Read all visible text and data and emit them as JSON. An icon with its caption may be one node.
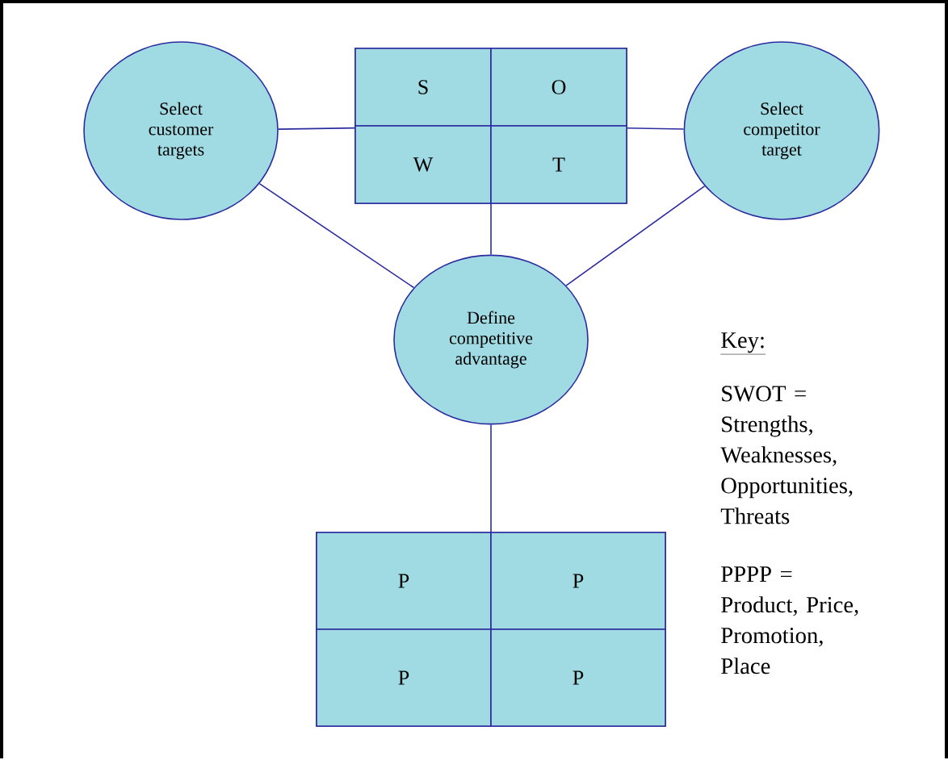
{
  "diagram": {
    "nodes": [
      {
        "text": [
          "Select customer targets"
        ]
      },
      {
        "text": [],
        "shape": "box"
      },
      {
        "text": [
          "S"
        ],
        "in": 1
      },
      {
        "text": [
          "O"
        ],
        "in": 1
      },
      {
        "text": [
          "W"
        ],
        "in": 1
      },
      {
        "text": [
          "T"
        ],
        "in": 1
      },
      {
        "text": [
          "Select competitor target"
        ]
      },
      {
        "text": [
          "Define competitive advantage"
        ]
      },
      {
        "text": [],
        "shape": "box"
      },
      {
        "text": [
          "P"
        ],
        "in": 8
      },
      {
        "text": [
          "P"
        ],
        "in": 8
      },
      {
        "text": [
          "P"
        ],
        "in": 8
      },
      {
        "text": [
          "P"
        ],
        "in": 8
      }
    ],
    "edges": [
      {
        "from": 0,
        "to": 1,
        "arrow": "none"
      },
      {
        "from": 1,
        "to": 6,
        "arrow": "none"
      },
      {
        "from": 1,
        "to": 7,
        "arrow": "none"
      },
      {
        "from": 0,
        "to": 7,
        "arrow": "none"
      },
      {
        "from": 6,
        "to": 7,
        "arrow": "none"
      },
      {
        "from": 7,
        "to": 8,
        "arrow": "none"
      }
    ],
    "labels": [
      "Key:",
      "SWOT = Strengths, Weaknesses, Opportunities, Threats",
      "PPPP = Product, Price, Promotion, Place"
    ]
  }
}
